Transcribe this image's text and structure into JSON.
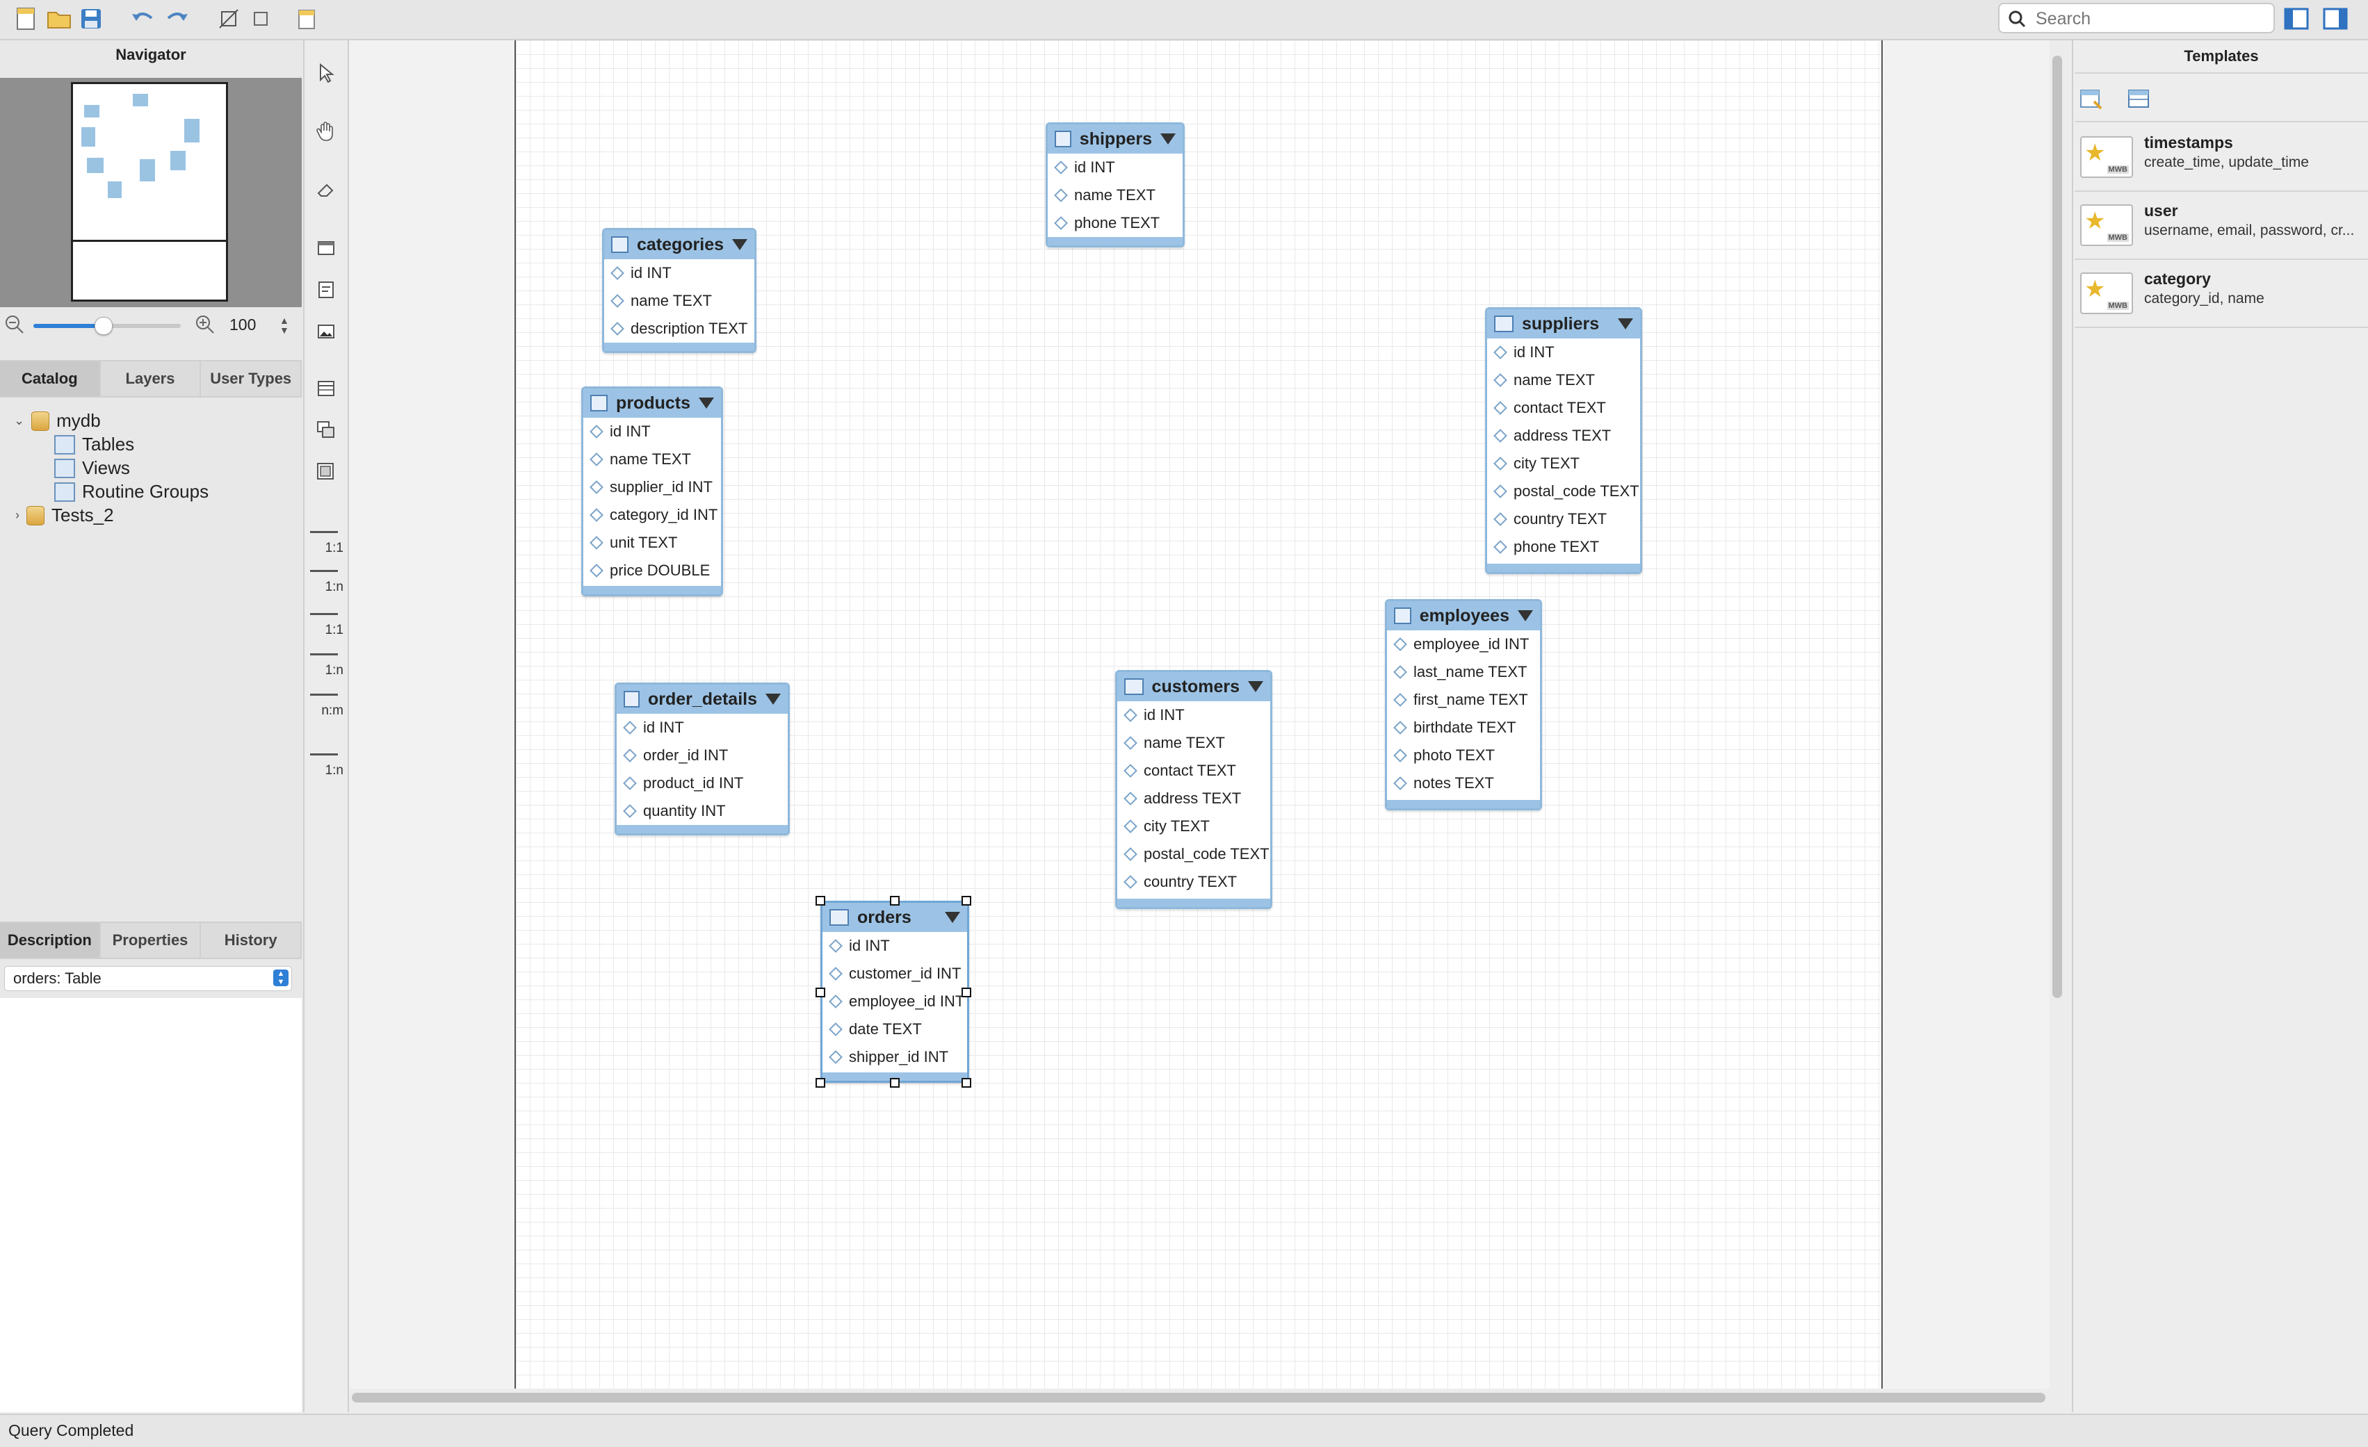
{
  "toolbar": {
    "search_placeholder": "Search",
    "icons": [
      "new-document-icon",
      "open-folder-icon",
      "save-icon",
      "undo-icon",
      "redo-icon",
      "toggle-grid-icon",
      "toggle-page-icon",
      "new-diagram-icon",
      "sidebar-left-toggle-icon",
      "sidebar-right-toggle-icon"
    ]
  },
  "navigator": {
    "title": "Navigator",
    "zoom_value": "100"
  },
  "left_tabs": [
    "Catalog",
    "Layers",
    "User Types"
  ],
  "catalog_tree": {
    "schema": "mydb",
    "children": [
      "Tables",
      "Views",
      "Routine Groups"
    ],
    "other_schema": "Tests_2"
  },
  "bottom_tabs": [
    "Description",
    "Properties",
    "History"
  ],
  "description_select": "orders: Table",
  "relationship_tools": [
    "1:1",
    "1:n",
    "1:1",
    "1:n",
    "n:m",
    "1:n"
  ],
  "entities": {
    "shippers": {
      "name": "shippers",
      "columns": [
        "id INT",
        "name TEXT",
        "phone TEXT"
      ]
    },
    "categories": {
      "name": "categories",
      "columns": [
        "id INT",
        "name TEXT",
        "description TEXT"
      ]
    },
    "suppliers": {
      "name": "suppliers",
      "columns": [
        "id INT",
        "name TEXT",
        "contact TEXT",
        "address TEXT",
        "city TEXT",
        "postal_code TEXT",
        "country TEXT",
        "phone TEXT"
      ]
    },
    "products": {
      "name": "products",
      "columns": [
        "id INT",
        "name TEXT",
        "supplier_id INT",
        "category_id INT",
        "unit TEXT",
        "price DOUBLE"
      ]
    },
    "employees": {
      "name": "employees",
      "columns": [
        "employee_id INT",
        "last_name TEXT",
        "first_name TEXT",
        "birthdate TEXT",
        "photo TEXT",
        "notes TEXT"
      ]
    },
    "order_details": {
      "name": "order_details",
      "columns": [
        "id INT",
        "order_id INT",
        "product_id INT",
        "quantity INT"
      ]
    },
    "customers": {
      "name": "customers",
      "columns": [
        "id INT",
        "name TEXT",
        "contact TEXT",
        "address TEXT",
        "city TEXT",
        "postal_code TEXT",
        "country TEXT"
      ]
    },
    "orders": {
      "name": "orders",
      "columns": [
        "id INT",
        "customer_id INT",
        "employee_id INT",
        "date TEXT",
        "shipper_id INT"
      ],
      "selected": true
    }
  },
  "templates": {
    "title": "Templates",
    "items": [
      {
        "name": "timestamps",
        "desc": "create_time, update_time"
      },
      {
        "name": "user",
        "desc": "username, email, password, cr..."
      },
      {
        "name": "category",
        "desc": "category_id, name"
      }
    ],
    "icon_badge": "MWB"
  },
  "status": "Query Completed"
}
